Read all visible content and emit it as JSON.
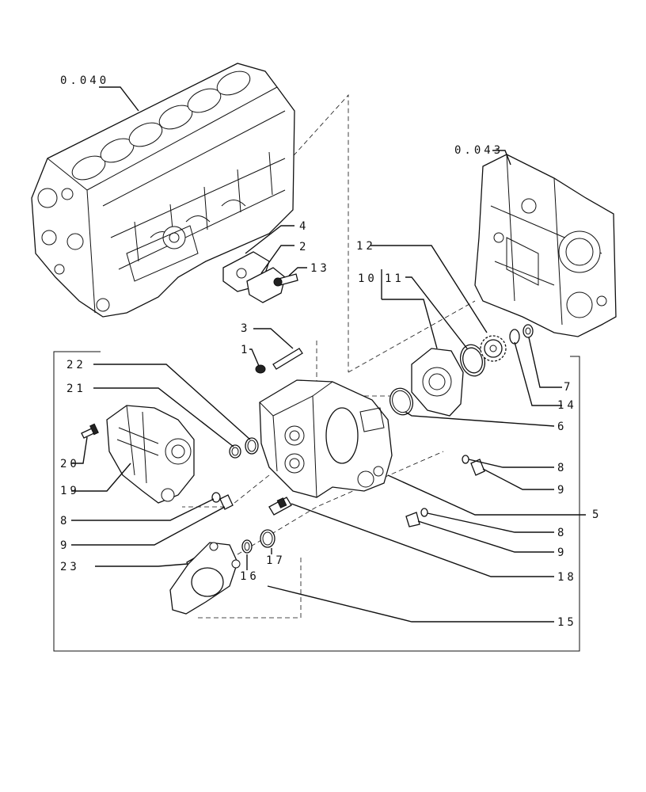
{
  "diagram": {
    "references": [
      "0.040",
      "0.043"
    ],
    "callouts": {
      "p1": "1",
      "p2": "2",
      "p3": "3",
      "p4": "4",
      "p5": "5",
      "p6": "6",
      "p7": "7",
      "p8a": "8",
      "p8b": "8",
      "p8c": "8",
      "p9a": "9",
      "p9b": "9",
      "p9c": "9",
      "p10": "10",
      "p11": "11",
      "p12": "12",
      "p13": "13",
      "p14": "14",
      "p15": "15",
      "p16": "16",
      "p17": "17",
      "p18": "18",
      "p19": "19",
      "p20": "20",
      "p21": "21",
      "p22": "22",
      "p23": "23"
    }
  }
}
